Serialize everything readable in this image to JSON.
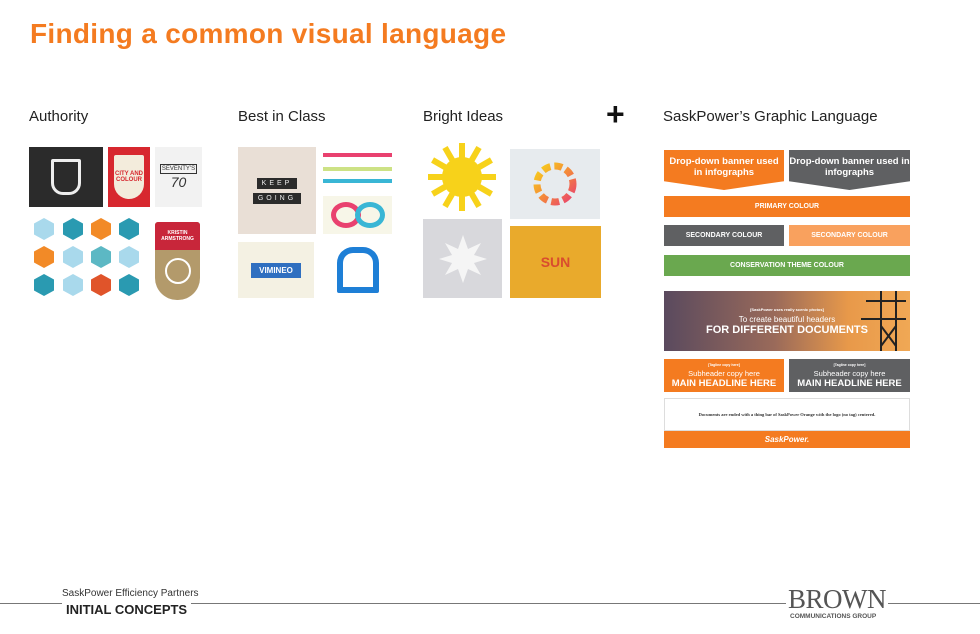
{
  "title": "Finding a common visual language",
  "sections": {
    "authority": "Authority",
    "best_in_class": "Best in Class",
    "bright_ideas": "Bright Ideas",
    "plus": "+",
    "graphic_language": "SaskPower’s Graphic Language"
  },
  "logos": {
    "city_colour": "CITY AND COLOUR",
    "seventys": "SEVENTY'S",
    "seventy_num": "70",
    "kristin": "KRISTIN ARMSTRONG",
    "keep": "KEEP",
    "going": "GOING",
    "vimineo": "VIMINEO",
    "sun": "SUN"
  },
  "graphic_language": {
    "banner_orange": "Drop-down banner used in infographs",
    "banner_gray": "Drop-down banner used in infographs",
    "primary": "PRIMARY COLOUR",
    "secondary_gray": "SECONDARY COLOUR",
    "secondary_light": "SECONDARY COLOUR",
    "conservation": "CONSERVATION THEME COLOUR",
    "photo_note": "[SaskPower uses really scenic photos]",
    "photo_sub": "To create beautiful headers",
    "photo_main": "FOR DIFFERENT DOCUMENTS",
    "sub_note": "[Tagline copy here]",
    "sub_header": "Subheader copy here",
    "main_headline": "MAIN HEADLINE HERE",
    "doc_note": "Documents are ended with a thing bar of SaskPower Orange with the logo (no tag) centered.",
    "logo": "SaskPower."
  },
  "footer": {
    "client": "SaskPower Efficiency Partners",
    "stage": "INITIAL CONCEPTS",
    "agency": "BROWN",
    "agency_sub": "COMMUNICATIONS GROUP"
  },
  "colors": {
    "orange": "#f47b20",
    "gray": "#5f6062",
    "light_orange": "#f9a15e",
    "green": "#6aa84f"
  }
}
